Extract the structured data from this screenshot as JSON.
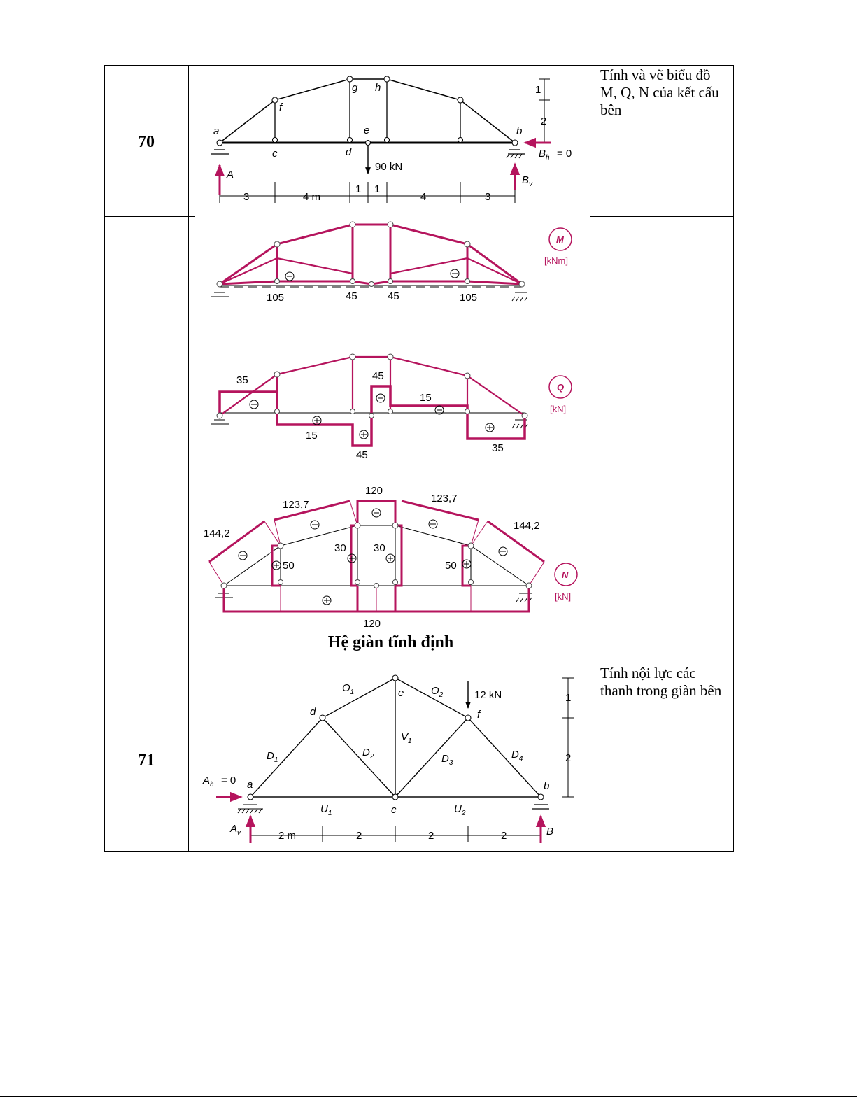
{
  "colors": {
    "diagram_accent": "#b5145d",
    "line": "#000000"
  },
  "rows": [
    {
      "number": "70",
      "description": "Tính và vẽ biểu đồ M, Q, N  của kết cấu bên"
    },
    {
      "number": "71",
      "description": "Tính nội lực các thanh trong giàn bên"
    }
  ],
  "section_title": "Hệ giàn tĩnh định",
  "problem70": {
    "node_labels": [
      "a",
      "f",
      "g",
      "h",
      "e",
      "b",
      "c",
      "d"
    ],
    "load": "90 kN",
    "reactions": {
      "A": "A",
      "Bh": "= 0",
      "Bv": "B"
    },
    "dims_top": [
      "1",
      "2"
    ],
    "dims_bottom": [
      "3",
      "4 m",
      "1",
      "1",
      "4",
      "3"
    ],
    "M": {
      "badge": "M",
      "unit": "[kNm]",
      "values": [
        "105",
        "45",
        "45",
        "105"
      ]
    },
    "Q": {
      "badge": "Q",
      "unit": "[kN]",
      "values": [
        "35",
        "45",
        "15",
        "15",
        "45",
        "35"
      ]
    },
    "N": {
      "badge": "N",
      "unit": "[kN]",
      "values": [
        "120",
        "123,7",
        "123,7",
        "144,2",
        "144,2",
        "30",
        "30",
        "50",
        "50",
        "120"
      ]
    }
  },
  "problem71": {
    "members": [
      "O",
      "O",
      "D",
      "D",
      "D",
      "D",
      "V",
      "U",
      "U"
    ],
    "node_labels": [
      "d",
      "e",
      "f",
      "a",
      "b",
      "c"
    ],
    "load": "12 kN",
    "reactions": {
      "Ah": "= 0",
      "Av": "A",
      "B": "B"
    },
    "dims_right": [
      "1",
      "2"
    ],
    "dims_bottom": [
      "2 m",
      "2",
      "2",
      "2"
    ]
  }
}
